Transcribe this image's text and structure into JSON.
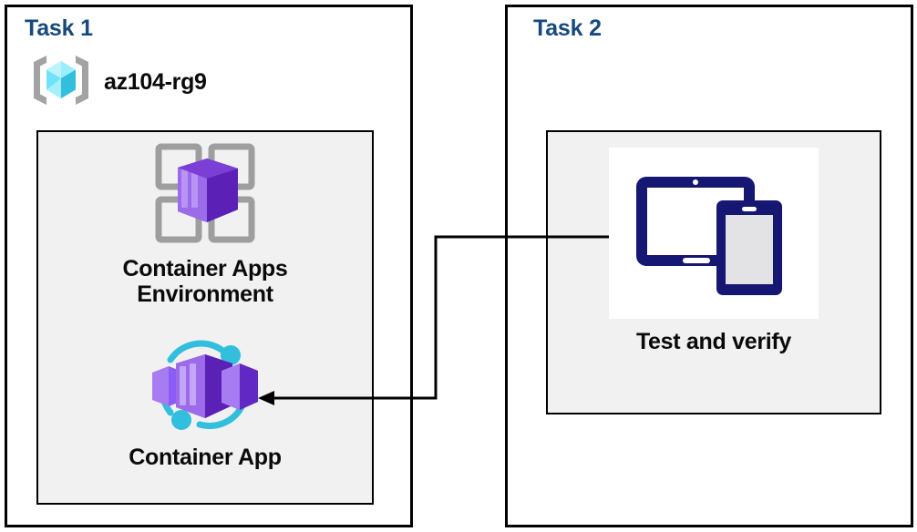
{
  "diagram": {
    "title": "Azure Container Apps task diagram",
    "background": "#ffffff"
  },
  "colors": {
    "task_heading": "#174A7C",
    "panel_border": "#000000",
    "inner_box_fill": "#f1f1f1",
    "label_text": "#0a0a0a",
    "container_purple_dark": "#5C2D91",
    "container_purple_mid": "#7B3FD3",
    "container_purple_light": "#A67CF0",
    "environment_frame_gray": "#9E9E9E",
    "resource_group_cyan": "#6FE3FA",
    "resource_group_bracket_gray": "#A3A3A3",
    "device_navy": "#161673",
    "orbit_teal": "#32BEDD",
    "connector_line": "#000000"
  },
  "panels": [
    {
      "id": "task1",
      "heading": "Task 1",
      "resource_group": {
        "label": "az104-rg9",
        "icon": "resource-group-icon"
      },
      "items": [
        {
          "id": "container-apps-environment",
          "label": "Container Apps\nEnvironment",
          "label_line1": "Container Apps",
          "label_line2": "Environment",
          "icon": "container-apps-environment-icon"
        },
        {
          "id": "container-app",
          "label": "Container App",
          "icon": "container-app-icon"
        }
      ]
    },
    {
      "id": "task2",
      "heading": "Task 2",
      "items": [
        {
          "id": "test-and-verify",
          "label": "Test and verify",
          "icon": "devices-icon"
        }
      ]
    }
  ],
  "connector": {
    "from": "test-and-verify",
    "to": "container-app",
    "arrow_direction": "left",
    "style": "orthogonal-elbow"
  }
}
